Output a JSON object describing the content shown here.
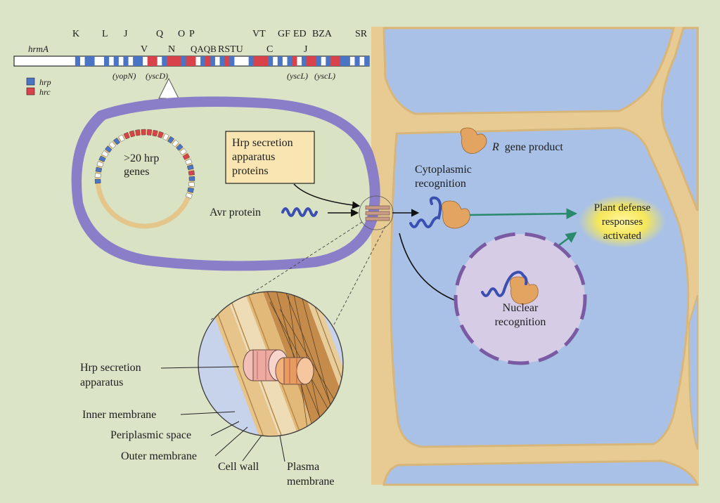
{
  "gene_map": {
    "cluster_label": "hrmA",
    "top_labels": [
      {
        "id": "K",
        "text": "K"
      },
      {
        "id": "L",
        "text": "L"
      },
      {
        "id": "J",
        "text": "J"
      },
      {
        "id": "Q",
        "text": "Q"
      },
      {
        "id": "O",
        "text": "O"
      },
      {
        "id": "P",
        "text": "P"
      },
      {
        "id": "VT",
        "text": "VT"
      },
      {
        "id": "GF",
        "text": "GF"
      },
      {
        "id": "ED",
        "text": "ED"
      },
      {
        "id": "BZA",
        "text": "BZA"
      },
      {
        "id": "SR",
        "text": "SR"
      }
    ],
    "mid_labels": [
      {
        "id": "V",
        "text": "V"
      },
      {
        "id": "N",
        "text": "N"
      },
      {
        "id": "QAQB",
        "text": "QAQB"
      },
      {
        "id": "RSTU",
        "text": "RSTU"
      },
      {
        "id": "C",
        "text": "C"
      },
      {
        "id": "J2",
        "text": "J"
      }
    ],
    "bottom_labels": [
      {
        "id": "yopN",
        "text": "(yopN)"
      },
      {
        "id": "yscD",
        "text": "(yscD)"
      },
      {
        "id": "yscL1",
        "text": "(yscL)"
      },
      {
        "id": "yscL2",
        "text": "(yscL)"
      }
    ]
  },
  "legend": [
    {
      "label": "hrp",
      "color": "#4a74c4"
    },
    {
      "label": "hrc",
      "color": "#d8424a"
    }
  ],
  "labels": {
    "plasmid_line1": ">20 hrp",
    "plasmid_line2": "genes",
    "hrp_box_line1": "Hrp secretion",
    "hrp_box_line2": "apparatus",
    "hrp_box_line3": "proteins",
    "avr_protein": "Avr protein",
    "r_gene_product": "R gene product",
    "cyto_line1": "Cytoplasmic",
    "cyto_line2": "recognition",
    "plant_line1": "Plant defense",
    "plant_line2": "responses",
    "plant_line3": "activated",
    "nuclear_line1": "Nuclear",
    "nuclear_line2": "recognition",
    "hrp_app_line1": "Hrp secretion",
    "hrp_app_line2": "apparatus",
    "inner_membrane": "Inner membrane",
    "periplasmic_space": "Periplasmic space",
    "outer_membrane": "Outer membrane",
    "cell_wall": "Cell wall",
    "plasma_line1": "Plasma",
    "plasma_line2": "membrane"
  },
  "colors": {
    "hrp": "#4a74c4",
    "hrc": "#d8424a",
    "plant_cell": "#a9c1e6",
    "cell_wall": "#e9c98f",
    "bacterium": "#8a7ec8",
    "nucleus": "#d7cce6",
    "glow": "#f3e24a",
    "arrow_green": "#2a8a6e",
    "background": "#d9e3c4"
  }
}
